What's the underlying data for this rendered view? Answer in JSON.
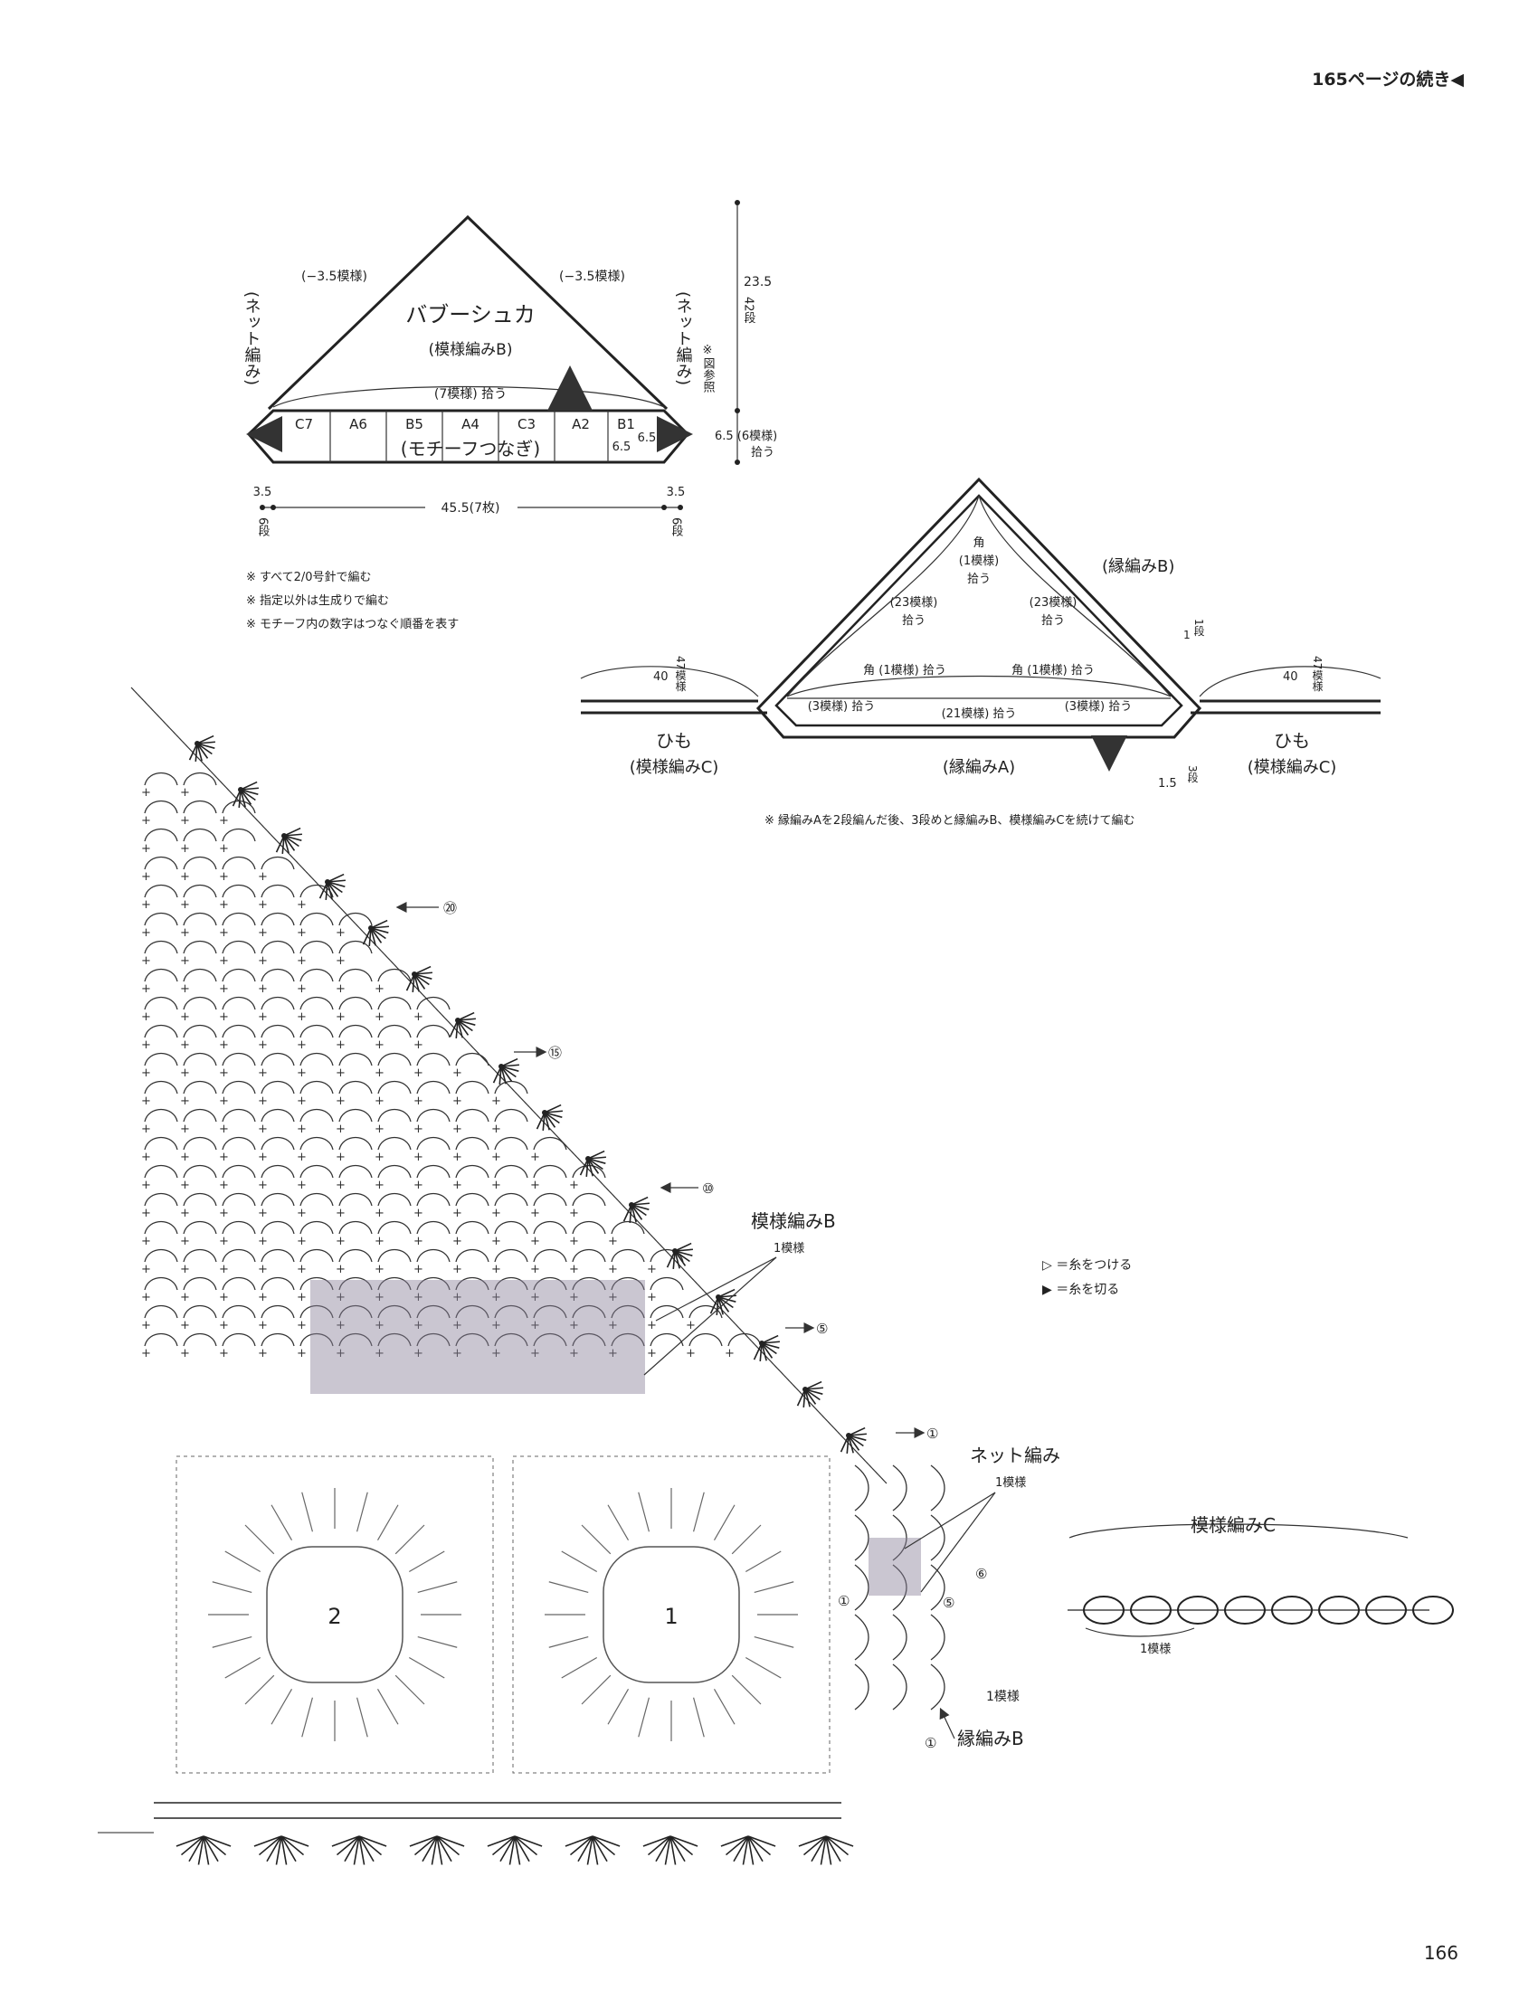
{
  "header": {
    "continue_text": "165ページの続き◀"
  },
  "footer": {
    "page_number": "166"
  },
  "diagram1": {
    "title": "バブーシュカ",
    "subtitle": "(模様編みB)",
    "left_decrease": "(−3.5模様)",
    "right_decrease": "(−3.5模様)",
    "left_side_label": "(ネット編み)",
    "right_side_label": "(ネット編み)",
    "pickup": "(7模様) 拾う",
    "see_figure": "※図参照",
    "height_value": "23.5",
    "height_rows": "42段",
    "motifs": [
      "C7",
      "A6",
      "B5",
      "A4",
      "C3",
      "A2",
      "B1"
    ],
    "motif_label": "(モチーフつなぎ)",
    "motif_size_a": "6.5",
    "motif_size_b": "6.5",
    "strip_height": "6.5 (6模様)",
    "strip_pickup": "拾う",
    "left_width": "3.5",
    "left_rows": "6段",
    "right_width": "3.5",
    "right_rows": "6段",
    "total_width": "45.5(7枚)",
    "notes": [
      "※ すべて2/0号針で編む",
      "※ 指定以外は生成りで編む",
      "※ モチーフ内の数字はつなぐ順番を表す"
    ]
  },
  "diagram2": {
    "corner": "角",
    "corner_count": "(1模様)",
    "corner_pickup": "拾う",
    "edge_b": "(縁編みB)",
    "left_slope": "(23模様)",
    "left_slope_pickup": "拾う",
    "right_slope": "(23模様)",
    "right_slope_pickup": "拾う",
    "edge_b_rows_num": "1",
    "edge_b_rows": "1段",
    "corner_left": "角 (1模様) 拾う",
    "corner_right": "角 (1模様) 拾う",
    "bottom_left": "(3模様) 拾う",
    "bottom_mid": "(21模様) 拾う",
    "bottom_right": "(3模様) 拾う",
    "edge_a": "(縁編みA)",
    "edge_a_size": "1.5",
    "edge_a_rows": "3段",
    "tie_left_len": "40",
    "tie_left_count": "47模様",
    "tie_right_len": "40",
    "tie_right_count": "47模様",
    "tie_label": "ひも",
    "tie_pattern": "(模様編みC)",
    "tie_label_r": "ひも",
    "tie_pattern_r": "(模様編みC)",
    "note": "※ 縁編みAを2段編んだ後、3段めと縁編みB、模様編みCを続けて編む"
  },
  "chart": {
    "pattern_b": "模様編みB",
    "pattern_b_unit": "1模様",
    "net": "ネット編み",
    "net_unit": "1模様",
    "pattern_c": "模様編みC",
    "pattern_c_unit": "1模様",
    "edge_b": "縁編みB",
    "edge_b_unit": "1模様",
    "legend_attach": "▷ ＝糸をつける",
    "legend_cut": "▶ ＝糸を切る",
    "row_20": "⑳",
    "row_15": "⑮",
    "row_10": "⑩",
    "row_5": "⑤",
    "row_1": "①",
    "net_row_1": "①",
    "net_row_5": "⑤",
    "net_row_6": "⑥",
    "edge_row_1": "①",
    "motif_1": "1",
    "motif_2": "2"
  }
}
